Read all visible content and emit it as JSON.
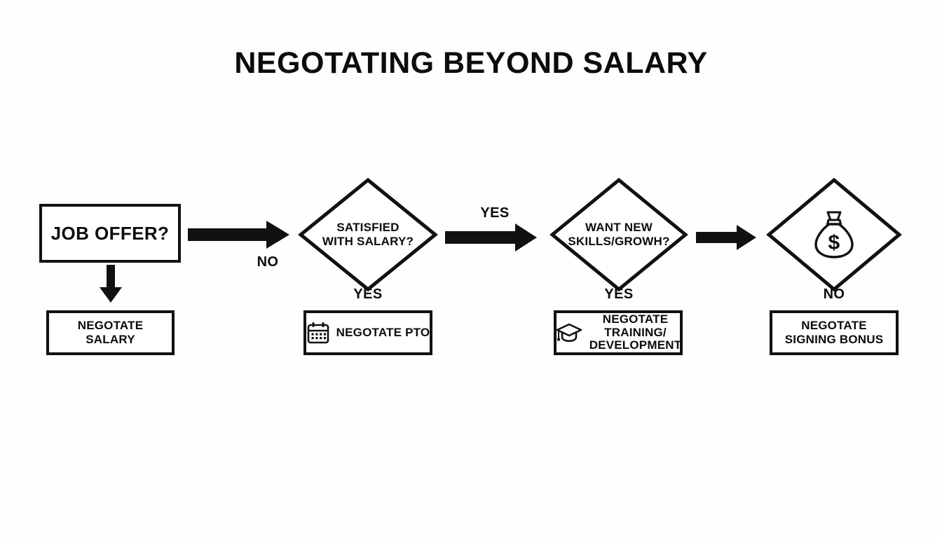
{
  "page": {
    "title": "NEGOTATING BEYOND SALARY",
    "background": "#fefeff",
    "stroke": "#111111",
    "text_color": "#0c0c0c"
  },
  "nodes": {
    "job_offer": {
      "label": "JOB OFFER?",
      "shape": "rectangle"
    },
    "negotiate_salary": {
      "label_line1": "NEGOTATE",
      "label_line2": "SALARY",
      "shape": "rectangle"
    },
    "satisfied_salary": {
      "label_line1": "SATISFIED",
      "label_line2": "WITH SALARY?",
      "shape": "diamond"
    },
    "negotiate_pto": {
      "label": "NEGOTATE PTO",
      "shape": "rectangle",
      "icon": "calendar-icon"
    },
    "want_skills": {
      "label_line1": "WANT NEW",
      "label_line2": "SKILLS/GROWH?",
      "shape": "diamond"
    },
    "negotiate_training": {
      "label_line1": "NEGOTATE",
      "label_line2": "TRAINING/",
      "label_line3": "DEVELOPMENT",
      "shape": "rectangle",
      "icon": "graduation-cap-icon"
    },
    "money_bag": {
      "label": "",
      "shape": "diamond",
      "icon": "money-bag-icon"
    },
    "negotiate_bonus": {
      "label_line1": "NEGOTATE",
      "label_line2": "SIGNING BONUS",
      "shape": "rectangle"
    }
  },
  "edges": {
    "offer_to_salary_down": {
      "label": "",
      "direction": "down"
    },
    "offer_to_satisfied": {
      "label": "NO",
      "direction": "right"
    },
    "satisfied_to_pto": {
      "label": "YES",
      "direction": "down"
    },
    "satisfied_to_skills": {
      "label": "YES",
      "direction": "right"
    },
    "skills_to_training": {
      "label": "YES",
      "direction": "down"
    },
    "skills_to_money": {
      "label": "",
      "direction": "right"
    },
    "money_to_bonus": {
      "label": "NO",
      "direction": "down"
    }
  }
}
